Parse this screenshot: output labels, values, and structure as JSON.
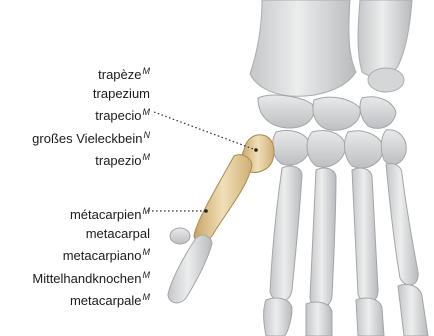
{
  "labels": {
    "trapezium_group": [
      {
        "text": "trapèze",
        "tag": "M"
      },
      {
        "text": "trapezium",
        "tag": ""
      },
      {
        "text": "trapecio",
        "tag": "M"
      },
      {
        "text": "großes Vieleckbein",
        "tag": "N"
      },
      {
        "text": "trapezio",
        "tag": "M"
      }
    ],
    "metacarpal_group": [
      {
        "text": "métacarpien",
        "tag": "M"
      },
      {
        "text": "metacarpal",
        "tag": ""
      },
      {
        "text": "metacarpiano",
        "tag": "M"
      },
      {
        "text": "Mittelhandknochen",
        "tag": "M"
      },
      {
        "text": "metacarpale",
        "tag": "M"
      }
    ]
  },
  "colors": {
    "bone": "#d9dadc",
    "bone_shade": "#b9bbbe",
    "highlight": "#ead5a8",
    "highlight_shade": "#caa96c",
    "leader": "#333333"
  }
}
